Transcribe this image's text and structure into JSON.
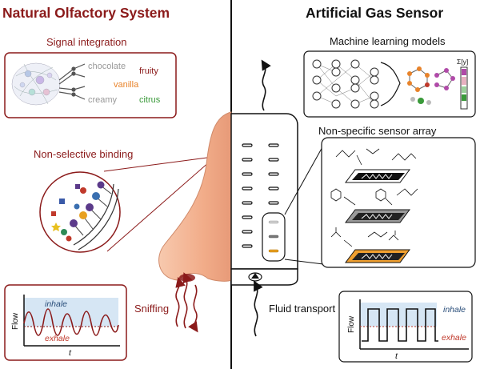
{
  "left": {
    "title": "Natural Olfactory System",
    "signal_integration": "Signal integration",
    "odor_words": {
      "chocolate": "chocolate",
      "vanilla": "vanilla",
      "creamy": "creamy",
      "fruity": "fruity",
      "citrus": "citrus"
    },
    "non_selective_binding": "Non-selective binding",
    "sniffing": "Sniffing",
    "plot": {
      "ylabel": "Flow",
      "xlabel": "t",
      "inhale": "inhale",
      "exhale": "exhale"
    }
  },
  "right": {
    "title": "Artificial Gas Sensor",
    "ml_models": "Machine learning models",
    "sigma": "Σ[y]",
    "sensor_array": "Non-specific sensor array",
    "fluid_transport": "Fluid transport",
    "plot": {
      "ylabel": "Flow",
      "xlabel": "t",
      "inhale": "inhale",
      "exhale": "exhale"
    }
  },
  "colors": {
    "dark_red": "#8b1a1a",
    "red": "#c0392b",
    "orange": "#e8832a",
    "green": "#3a9a3a",
    "gray": "#999999",
    "skin": "#f2b293",
    "inhale_band": "#d6e6f4"
  }
}
